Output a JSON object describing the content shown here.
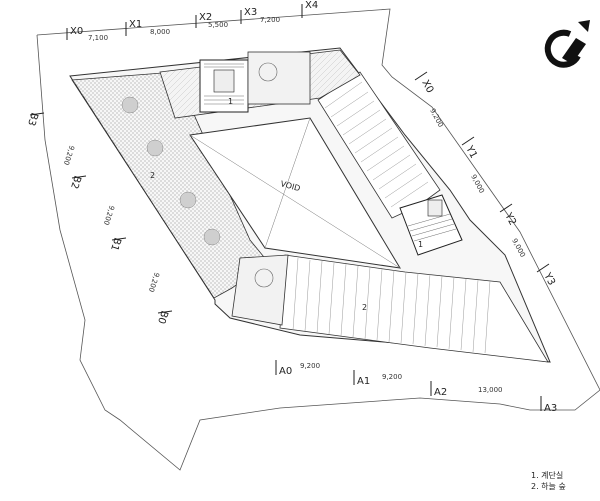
{
  "grid": {
    "x_labels": [
      "X0",
      "X1",
      "X2",
      "X3",
      "X4"
    ],
    "x_dims": [
      "7,100",
      "8,000",
      "5,500",
      "7,200"
    ],
    "y_labels": [
      "X0",
      "Y1",
      "Y2",
      "Y3"
    ],
    "y_dims": [
      "9,200",
      "9,000",
      "9,000"
    ],
    "a_labels": [
      "A0",
      "A1",
      "A2",
      "A3"
    ],
    "a_dims": [
      "9,200",
      "9,200",
      "13,000"
    ],
    "b_labels": [
      "B3",
      "B2",
      "B1",
      "B0"
    ],
    "b_dims": [
      "9,200",
      "9,200",
      "9,200"
    ]
  },
  "rooms": {
    "stair_top": "1",
    "stair_right": "1",
    "west_wing": "2",
    "south_wing": "2",
    "void": "VOID"
  },
  "legend": {
    "item1": "1. 계단실",
    "item2": "2. 하늘 숲"
  },
  "north_arrow": "north-arrow-icon"
}
